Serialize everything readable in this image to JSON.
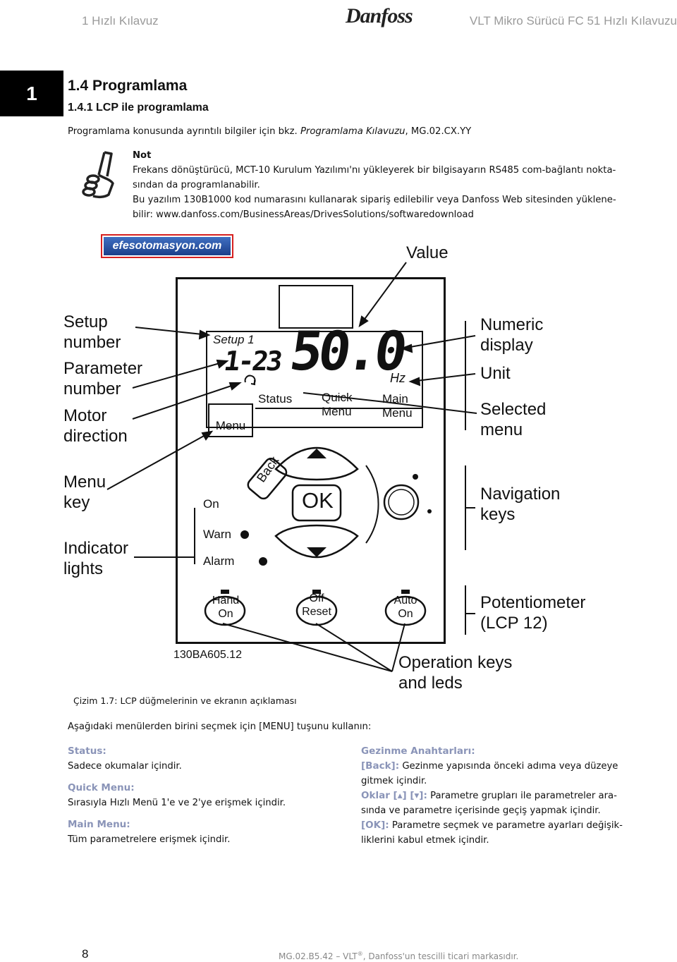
{
  "header": {
    "left": "1 Hızlı Kılavuz",
    "brand": "Danfoss",
    "right": "VLT Mikro Sürücü FC 51 Hızlı Kılavuzu"
  },
  "chapter_tab": "1",
  "section": {
    "title": "1.4  Programlama",
    "subtitle": "1.4.1  LCP ile programlama",
    "intro_prefix": "Programlama konusunda ayrıntılı bilgiler için bkz. ",
    "intro_italic": "Programlama Kılavuzu",
    "intro_suffix": ", MG.02.CX.YY"
  },
  "note": {
    "title": "Not",
    "line1": "Frekans dönüştürücü, MCT-10 Kurulum Yazılımı'nı yükleyerek bir bilgisayarın RS485 com-bağlantı nokta-",
    "line2": "sından da programlanabilir.",
    "line3": "Bu yazılım 130B1000 kod numarasını kullanarak sipariş edilebilir veya Danfoss Web sitesinden yüklene-",
    "line4": "bilir: www.danfoss.com/BusinessAreas/DrivesSolutions/softwaredownload"
  },
  "watermark": "efesotomasyon.com",
  "figure": {
    "labels_left": {
      "setup": [
        "Setup",
        "number"
      ],
      "parameter": [
        "Parameter",
        "number"
      ],
      "motor": [
        "Motor",
        "direction"
      ],
      "menu_key": [
        "Menu",
        "key"
      ],
      "indicator": [
        "Indicator",
        "lights"
      ]
    },
    "labels_right": {
      "value": "Value",
      "numeric": [
        "Numeric",
        "display"
      ],
      "unit": "Unit",
      "selected": [
        "Selected",
        "menu"
      ],
      "navigation": [
        "Navigation",
        "keys"
      ],
      "potentiometer": [
        "Potentiometer",
        "(LCP 12)"
      ],
      "operation": [
        "Operation keys",
        "and leds"
      ]
    },
    "display": {
      "setup": "Setup 1",
      "param": "1-23",
      "value": "50.0",
      "unit": "Hz",
      "status": "Status",
      "quick": [
        "Quick",
        "Menu"
      ],
      "main": [
        "Main",
        "Menu"
      ],
      "menu": "Menu"
    },
    "keys": {
      "ok": "OK",
      "back": "Back",
      "on": "On",
      "warn": "Warn",
      "alarm": "Alarm",
      "hand": [
        "Hand",
        "On"
      ],
      "off": [
        "Off",
        "Reset"
      ],
      "auto": [
        "Auto",
        "On"
      ]
    },
    "code": "130BA605.12",
    "caption": "Çizim 1.7: LCP düğmelerinin ve ekranın açıklaması"
  },
  "body": {
    "lead": "Aşağıdaki menülerden birini seçmek için [MENU] tuşunu kullanın:",
    "left": [
      {
        "term": "Status:",
        "desc": "Sadece okumalar içindir."
      },
      {
        "term": "Quick Menu:",
        "desc": "Sırasıyla Hızlı Menü 1'e ve 2'ye erişmek içindir."
      },
      {
        "term": "Main Menu:",
        "desc": "Tüm parametrelere erişmek içindir."
      }
    ],
    "right_title": "Gezinme Anahtarları:",
    "back_term": "[Back]:",
    "back_desc1": " Gezinme yapısında önceki adıma veya düzeye",
    "back_desc2": "gitmek içindir.",
    "arrows_term": "Oklar [▴] [▾]:",
    "arrows_desc1": " Parametre grupları ile parametreler ara-",
    "arrows_desc2": "sında ve parametre içerisinde geçiş yapmak içindir.",
    "ok_term": "[OK]:",
    "ok_desc1": " Parametre seçmek ve parametre ayarları değişik-",
    "ok_desc2": "liklerini kabul etmek içindir."
  },
  "footer": {
    "page": "8",
    "doc": "MG.02.B5.42 – VLT",
    "reg": "®",
    "rest": ", Danfoss'un tescilli ticari markasıdır."
  }
}
